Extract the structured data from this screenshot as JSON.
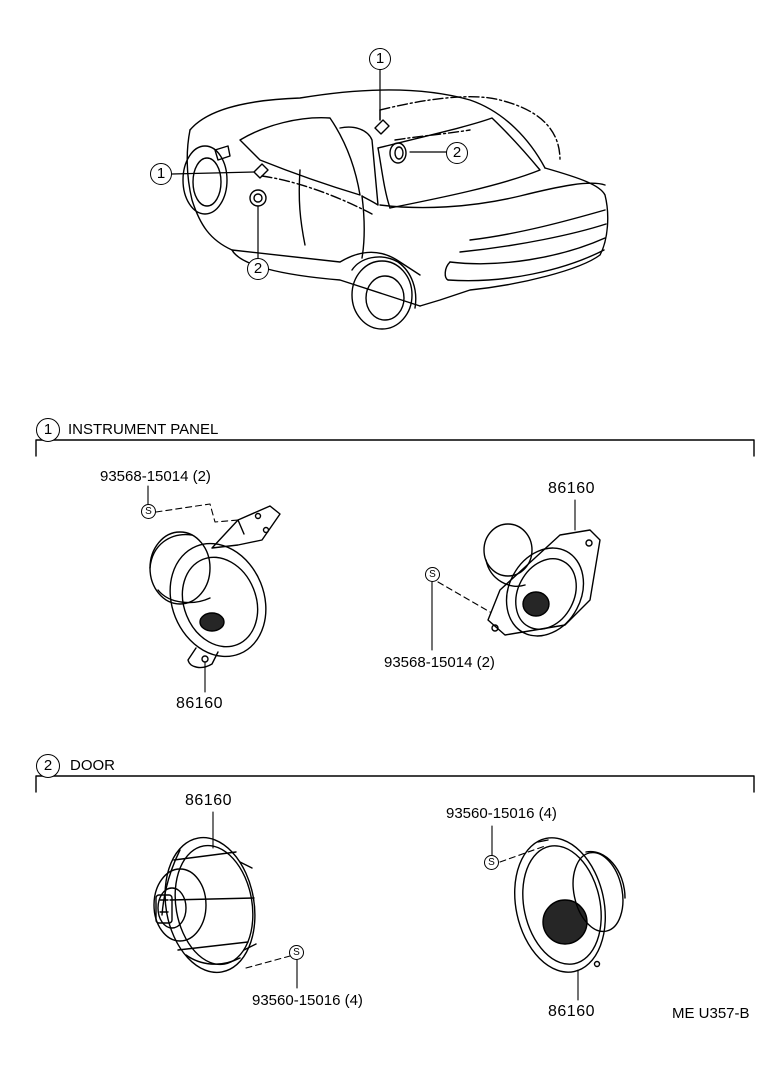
{
  "overview": {
    "callout_1": "1",
    "callout_2": "2"
  },
  "sections": [
    {
      "number": "1",
      "title": "INSTRUMENT PANEL",
      "left_part": "86160",
      "left_screw": "93568-15014 (2)",
      "right_part": "86160",
      "right_screw": "93568-15014 (2)"
    },
    {
      "number": "2",
      "title": "DOOR",
      "left_part": "86160",
      "left_screw": "93560-15016 (4)",
      "right_part": "86160",
      "right_screw": "93560-15016 (4)"
    }
  ],
  "screw_symbol": "S",
  "figure_code": "ME U357-B"
}
